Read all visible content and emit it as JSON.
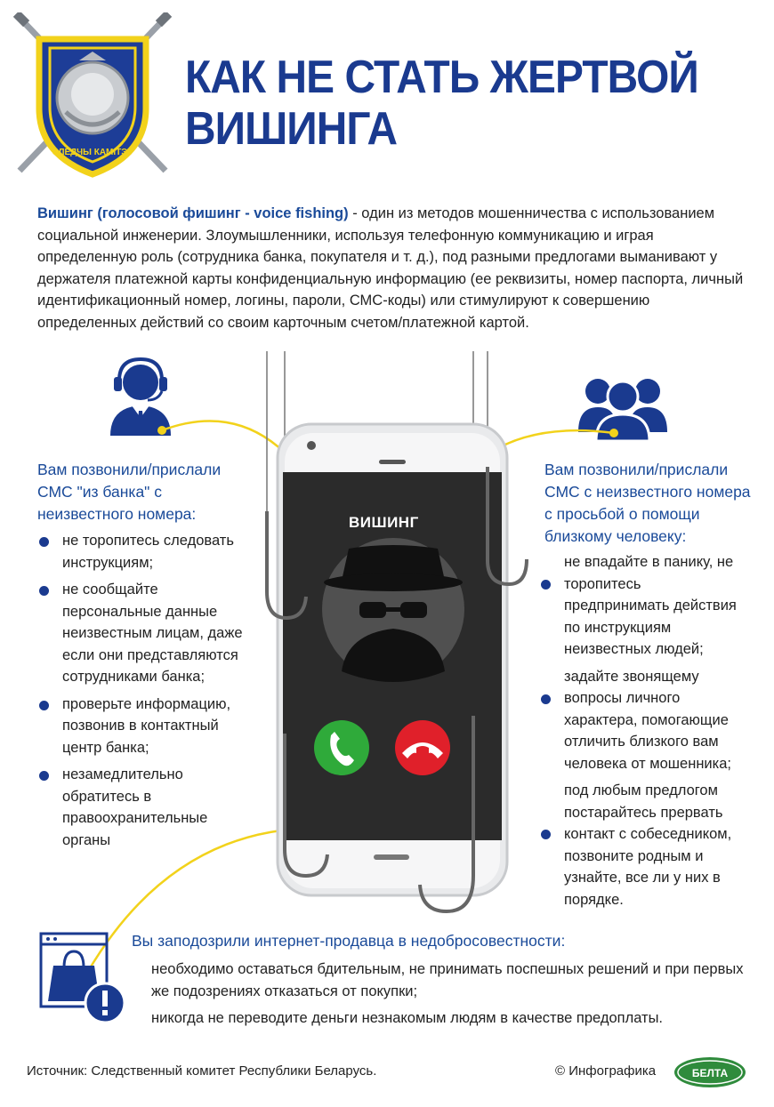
{
  "header": {
    "title_line1": "КАК НЕ СТАТЬ ЖЕРТВОЙ",
    "title_line2": "ВИШИНГА",
    "emblem_text": "СЛЕДЧЫ КАМІТЭТ"
  },
  "intro": {
    "term": "Вишинг (голосовой фишинг - voice fishing)",
    "text": " - один из методов мошенничества с использованием социальной инженерии. Злоумышленники, используя телефонную коммуникацию и играя определенную роль (сотрудника банка, покупателя и т. д.), под разными предлогами выманивают у держателя платежной карты конфиденциальную информацию (ее реквизиты, номер паспорта, личный идентификационный номер, логины, пароли, СМС-коды) или стимулируют к совершению определенных действий со своим карточным счетом/платежной картой."
  },
  "phone": {
    "screen_label": "ВИШИНГ"
  },
  "left": {
    "title": "Вам позвонили/прислали СМС \"из банка\" с неизвестного номера:",
    "items": [
      "не торопитесь следовать инструкциям;",
      "не сообщайте персональные данные неизвестным лицам, даже если они представляются сотрудниками банка;",
      "проверьте информацию, позвонив в контактный центр банка;",
      "незамедлительно обратитесь в правоохранительные органы"
    ]
  },
  "right": {
    "title": "Вам позвонили/прислали СМС с неизвестного номера с просьбой о помощи близкому человеку:",
    "items": [
      "не впадайте в панику, не торопитесь предпринимать действия по инструкциям неизвестных людей;",
      "задайте звонящему вопросы личного характера, помогающие отличить близкого вам человека от мошенника;",
      "под любым предлогом постарайтесь прервать контакт с собеседником, позвоните родным и узнайте, все ли у них в порядке."
    ]
  },
  "bottom": {
    "title": "Вы заподозрили интернет-продавца в недобросовестности:",
    "items": [
      "необходимо оставаться бдительным, не принимать поспешных решений и при первых же подозрениях отказаться от покупки;",
      "никогда не переводите деньги незнакомым людям в качестве предоплаты."
    ]
  },
  "footer": {
    "source": "Источник: Следственный комитет Республики Беларусь.",
    "copyright": "© Инфографика",
    "logo_text": "БЕЛТА"
  },
  "colors": {
    "primary": "#1a3a8f",
    "accent_yellow": "#f2d21b",
    "accept_green": "#2faa3a",
    "decline_red": "#e0202a",
    "phone_screen": "#2b2b2b"
  },
  "icons": [
    "emblem-icon",
    "operator-icon",
    "group-icon",
    "phone-icon",
    "spy-icon",
    "accept-call-icon",
    "decline-call-icon",
    "fish-hook-icon",
    "shopping-bag-alert-icon",
    "belta-logo"
  ]
}
